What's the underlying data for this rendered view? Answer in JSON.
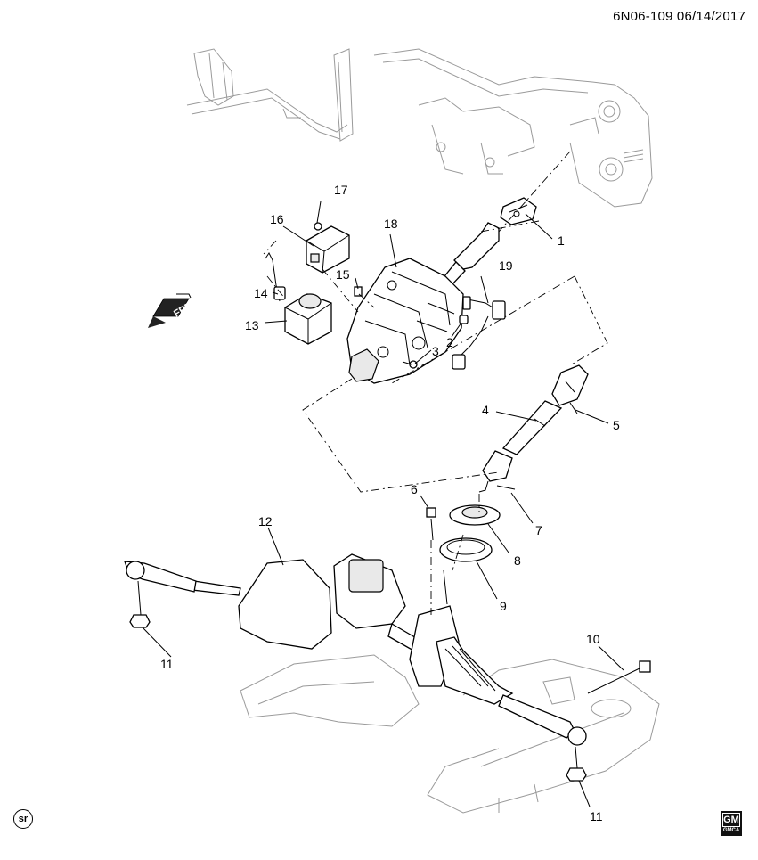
{
  "header": {
    "diagram_code": "6N06-109",
    "date": "06/14/2017"
  },
  "badges": {
    "source_mark": "sr",
    "brand": "GM",
    "brand_sub": "GMCA"
  },
  "orientation": {
    "label": "FRT"
  },
  "callouts": [
    "1",
    "2",
    "3",
    "4",
    "5",
    "6",
    "7",
    "8",
    "9",
    "10",
    "11",
    "11",
    "12",
    "13",
    "14",
    "15",
    "16",
    "17",
    "18",
    "19"
  ]
}
